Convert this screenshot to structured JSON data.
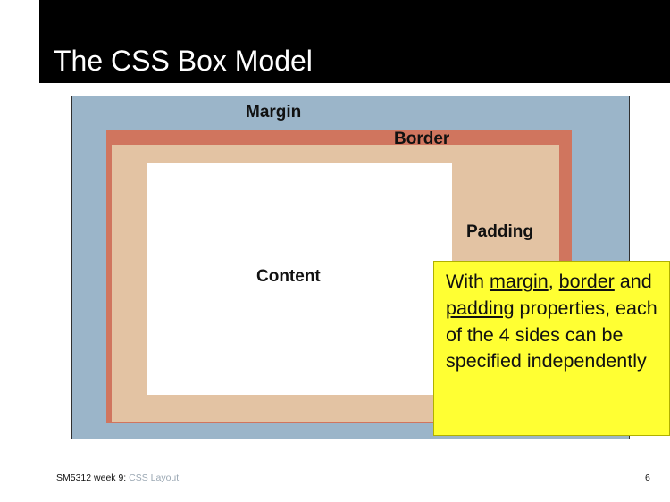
{
  "slide": {
    "title": "The CSS Box Model",
    "labels": {
      "margin": "Margin",
      "border": "Border",
      "padding": "Padding",
      "content": "Content"
    },
    "callout": {
      "prefix": "With ",
      "margin_word": "margin",
      "sep1": ", ",
      "border_word": "border",
      "line2_prefix": " and ",
      "padding_word": "padding",
      "rest": " properties, each of the 4 sides can be specified independently"
    }
  },
  "footer": {
    "course": "SM5312 week 9: ",
    "topic": "CSS Layout",
    "page_number": "6"
  },
  "colors": {
    "margin": "#9bb5c9",
    "border": "#d0755e",
    "padding": "#e3c3a3",
    "content": "#ffffff",
    "callout": "#ffff33",
    "title_bar": "#000000"
  }
}
